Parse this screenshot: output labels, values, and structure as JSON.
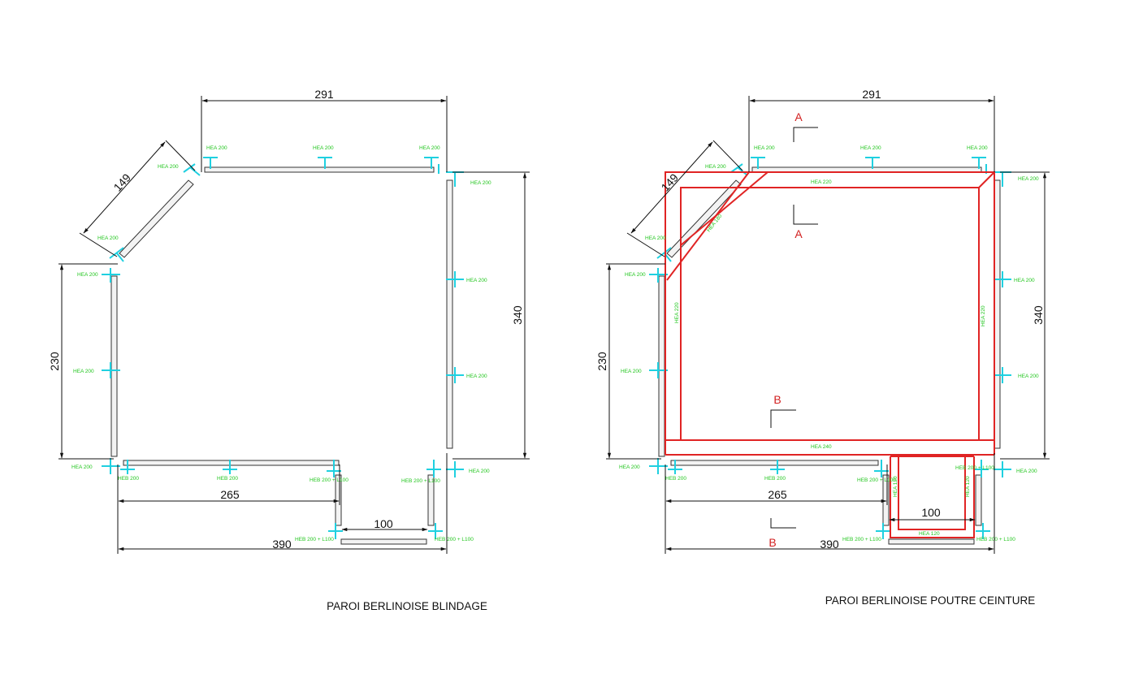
{
  "colors": {
    "dimension": "#111111",
    "steel_profile": "#1fd0e0",
    "profile_label": "#22c61e",
    "ring_beam": "#e02424",
    "section_marker": "#d22020"
  },
  "plans": [
    {
      "title": "PAROI BERLINOISE  BLINDAGE",
      "dims": {
        "top": "291",
        "diag": "149",
        "right": "340",
        "left": "230",
        "inner": "265",
        "bottom": "390",
        "pit": "100"
      },
      "profiles": [
        "HEA 200",
        "HEA 200",
        "HEA 200",
        "HEA 200",
        "HEA 200",
        "HEA 200",
        "HEA 200",
        "HEA 200",
        "HEA 200",
        "HEA 200",
        "HEA 200",
        "HEA 200",
        "HEB 200",
        "HEB 200",
        "HEB 200 + L100",
        "HEB 200 + L100",
        "HEB 200 + L100",
        "HEB 200 + L100"
      ]
    },
    {
      "title": "PAROI BERLINOISE  POUTRE CEINTURE",
      "dims": {
        "top": "291",
        "diag": "149",
        "right": "340",
        "left": "230",
        "inner": "265",
        "bottom": "390",
        "pit": "100"
      },
      "profiles": [
        "HEA 200",
        "HEA 200",
        "HEA 200",
        "HEA 200",
        "HEA 200",
        "HEA 200",
        "HEA 200",
        "HEA 200",
        "HEA 200",
        "HEA 200",
        "HEA 200",
        "HEA 200",
        "HEB 200",
        "HEB 200",
        "HEB 200 + L100",
        "HEB 200 + L100",
        "HEB 200 + L100",
        "HEB 200 + L100"
      ],
      "beams": [
        "HEA 220",
        "HEA 180",
        "HEA 220",
        "HEA 220",
        "HEA 240",
        "HEA 120",
        "HEA 120",
        "HEA 120"
      ],
      "sections": [
        "A",
        "A",
        "B",
        "B"
      ]
    }
  ]
}
